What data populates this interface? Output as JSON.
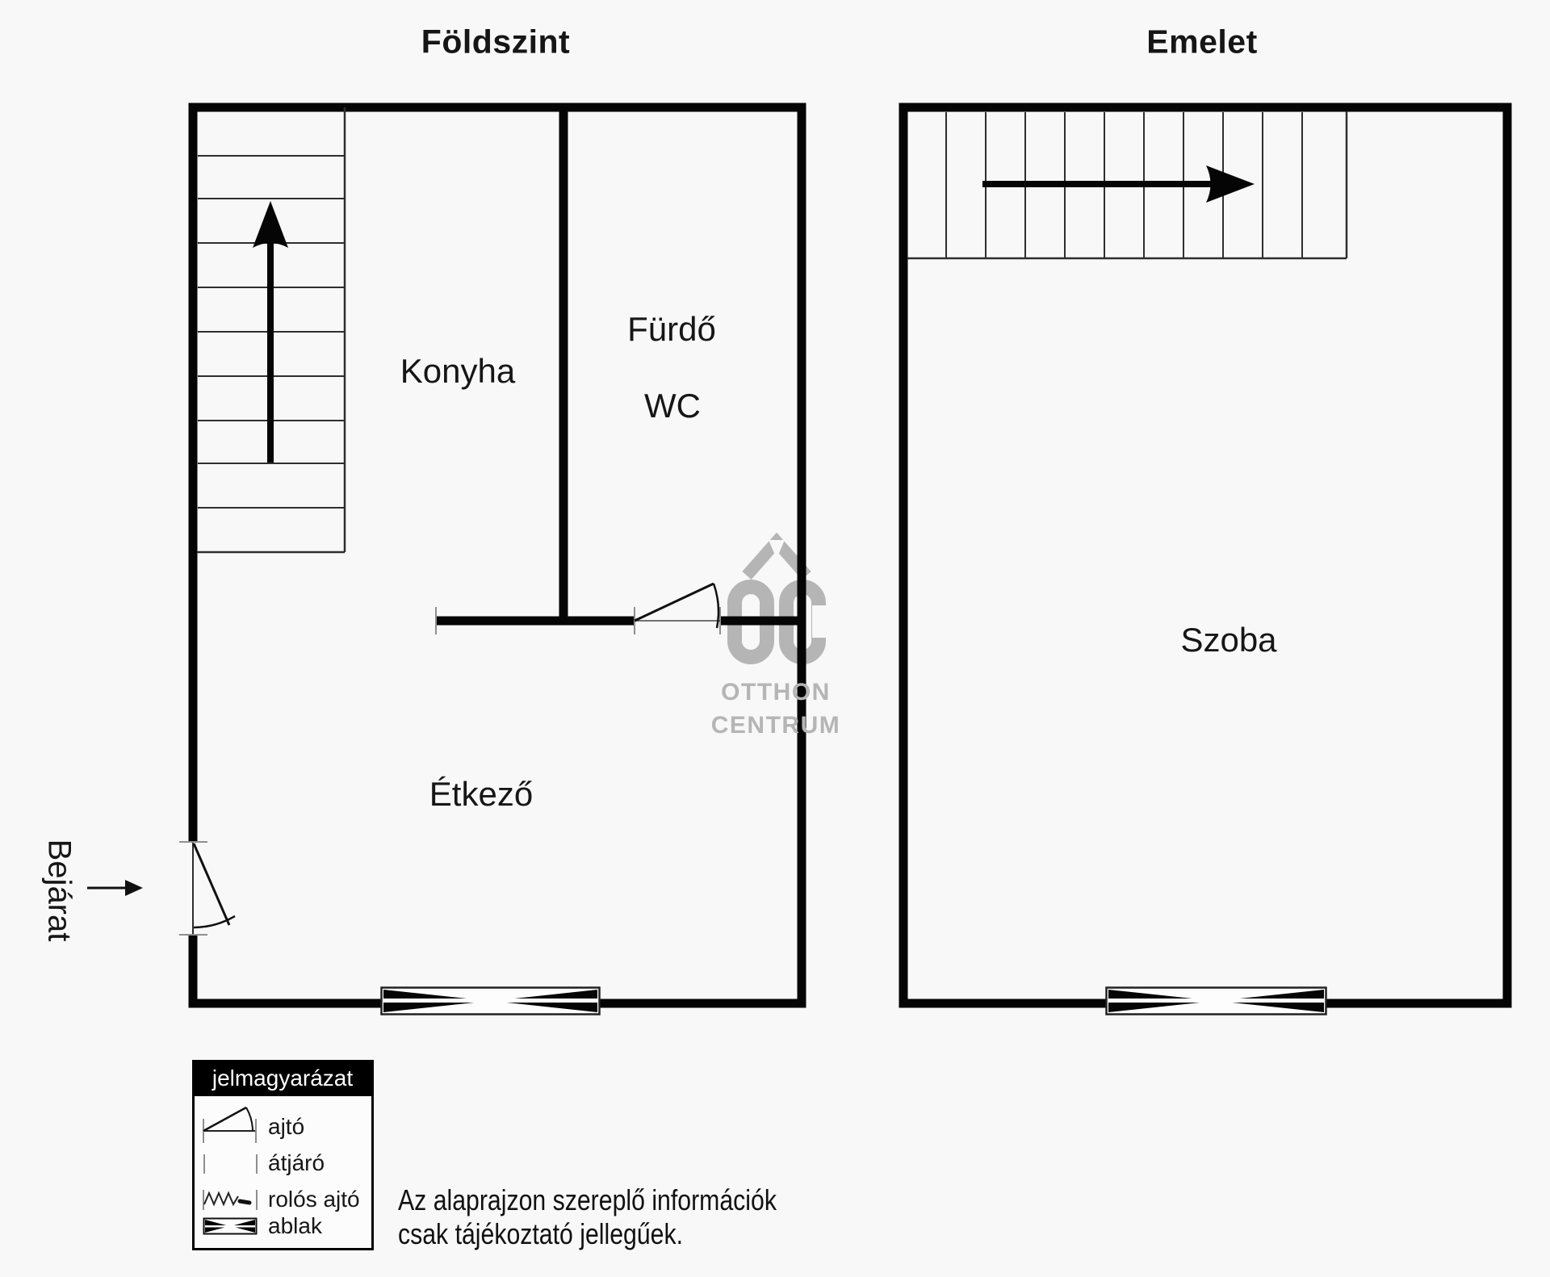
{
  "titles": {
    "left": "Földszint",
    "right": "Emelet"
  },
  "rooms": {
    "konyha": "Konyha",
    "furdo": "Fürdő",
    "wc": "WC",
    "etkezo": "Étkező",
    "szoba": "Szoba"
  },
  "entrance": {
    "label": "Bejárat"
  },
  "watermark": {
    "monogram": "OC",
    "line1": "OTTHON",
    "line2": "CENTRUM"
  },
  "legend": {
    "title": "jelmagyarázat",
    "items": [
      {
        "label": "ajtó"
      },
      {
        "label": "átjáró"
      },
      {
        "label": "rolós ajtó"
      },
      {
        "label": "ablak"
      }
    ]
  },
  "disclaimer": {
    "line1": "Az alaprajzon szereplő információk",
    "line2": "csak tájékoztató jellegűek."
  },
  "colors": {
    "background": "#f8f8f8",
    "wall": "#050505",
    "thin_line": "#2e2e2e",
    "tick": "#8f8f8f",
    "watermark": "#b5b5b5",
    "legend_header_bg": "#000000",
    "legend_header_text": "#ffffff"
  }
}
